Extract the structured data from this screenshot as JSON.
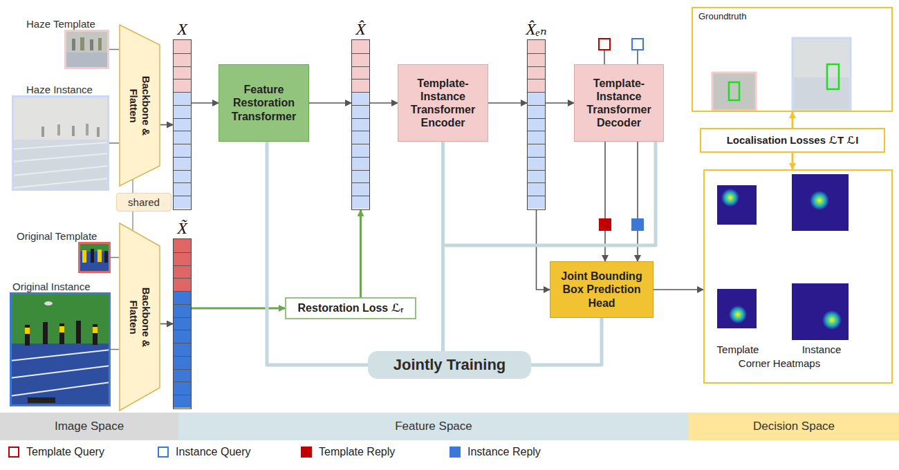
{
  "diagram": {
    "nodes": [
      {
        "text": [
          "Haze Template"
        ]
      },
      {
        "text": [
          "Haze Instance"
        ]
      },
      {
        "text": [
          "Original Template"
        ]
      },
      {
        "text": [
          "Original Instance"
        ]
      },
      {
        "text": [
          "Backbone & Flatten"
        ]
      },
      {
        "text": [
          "shared"
        ]
      },
      {
        "text": [
          "Backbone & Flatten"
        ]
      },
      {
        "text": [
          "X"
        ]
      },
      {
        "text": [
          "X̃"
        ]
      },
      {
        "text": [
          "Feature Restoration Transformer"
        ]
      },
      {
        "text": [
          "X̂"
        ]
      },
      {
        "text": [
          "Template-Instance Transformer Encoder"
        ]
      },
      {
        "text": [
          "X̂ₑₙ"
        ]
      },
      {
        "text": [
          "Template-Instance Transformer Decoder"
        ]
      },
      {
        "text": [
          "Restoration Loss ℒᵣ"
        ]
      },
      {
        "text": [
          "Joint Bounding Box Prediction Head"
        ]
      },
      {
        "text": [
          "Jointly Training"
        ]
      },
      {
        "text": [
          "Groundtruth"
        ]
      },
      {
        "text": [
          "Localisation Losses ℒT ℒI"
        ]
      },
      {
        "text": [
          "Template",
          "Instance",
          "Corner Heatmaps"
        ]
      },
      {
        "text": [
          "Image Space"
        ]
      },
      {
        "text": [
          "Feature Space"
        ]
      },
      {
        "text": [
          "Decision Space"
        ]
      }
    ],
    "edges": [
      {
        "from": 0,
        "to": 4,
        "arrow": "none"
      },
      {
        "from": 1,
        "to": 4,
        "arrow": "none"
      },
      {
        "from": 2,
        "to": 6,
        "arrow": "none"
      },
      {
        "from": 3,
        "to": 6,
        "arrow": "none"
      },
      {
        "from": 4,
        "to": 5,
        "arrow": "none"
      },
      {
        "from": 5,
        "to": 6,
        "arrow": "none"
      },
      {
        "from": 4,
        "to": 7,
        "arrow": "to"
      },
      {
        "from": 6,
        "to": 8,
        "arrow": "to"
      },
      {
        "from": 7,
        "to": 9,
        "arrow": "to"
      },
      {
        "from": 9,
        "to": 10,
        "arrow": "to"
      },
      {
        "from": 10,
        "to": 11,
        "arrow": "to"
      },
      {
        "from": 11,
        "to": 12,
        "arrow": "to"
      },
      {
        "from": 12,
        "to": 13,
        "arrow": "to"
      },
      {
        "from": 8,
        "to": 14,
        "arrow": "to"
      },
      {
        "from": 14,
        "to": 10,
        "arrow": "to"
      },
      {
        "from": 13,
        "to": 15,
        "arrow": "to"
      },
      {
        "from": 13,
        "to": 15,
        "arrow": "to"
      },
      {
        "from": 12,
        "to": 15,
        "arrow": "to"
      },
      {
        "from": 15,
        "to": 19,
        "arrow": "to"
      },
      {
        "from": 18,
        "to": 17,
        "arrow": "to"
      },
      {
        "from": 18,
        "to": 19,
        "arrow": "to"
      },
      {
        "from": 9,
        "to": 16,
        "arrow": "none"
      },
      {
        "from": 11,
        "to": 16,
        "arrow": "none"
      },
      {
        "from": 13,
        "to": 16,
        "arrow": "none"
      },
      {
        "from": 15,
        "to": 16,
        "arrow": "none"
      }
    ],
    "legend": [
      {
        "text": "Template Query"
      },
      {
        "text": "Instance Query"
      },
      {
        "text": "Template Reply",
        "color": "#c00000"
      },
      {
        "text": "Instance Reply",
        "color": "#3c78d8"
      }
    ]
  }
}
